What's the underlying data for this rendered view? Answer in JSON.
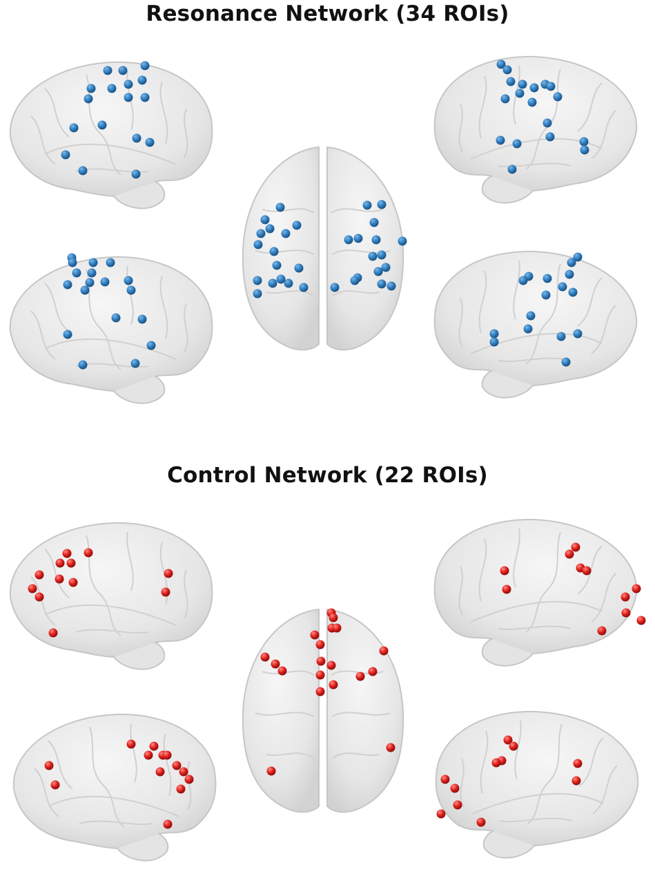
{
  "figure": {
    "resonance_title": "Resonance Network (34 ROIs)",
    "control_title": "Control Network (22 ROIs)"
  },
  "colors": {
    "resonance_node": "#2f7fc1",
    "control_node": "#e0201c",
    "brain_fill": "#e9e9e9",
    "brain_stroke": "#c9c9c9"
  },
  "networks": [
    {
      "name": "Resonance Network",
      "roi_count": 34,
      "color": "#2f7fc1"
    },
    {
      "name": "Control Network",
      "roi_count": 22,
      "color": "#e0201c"
    }
  ]
}
